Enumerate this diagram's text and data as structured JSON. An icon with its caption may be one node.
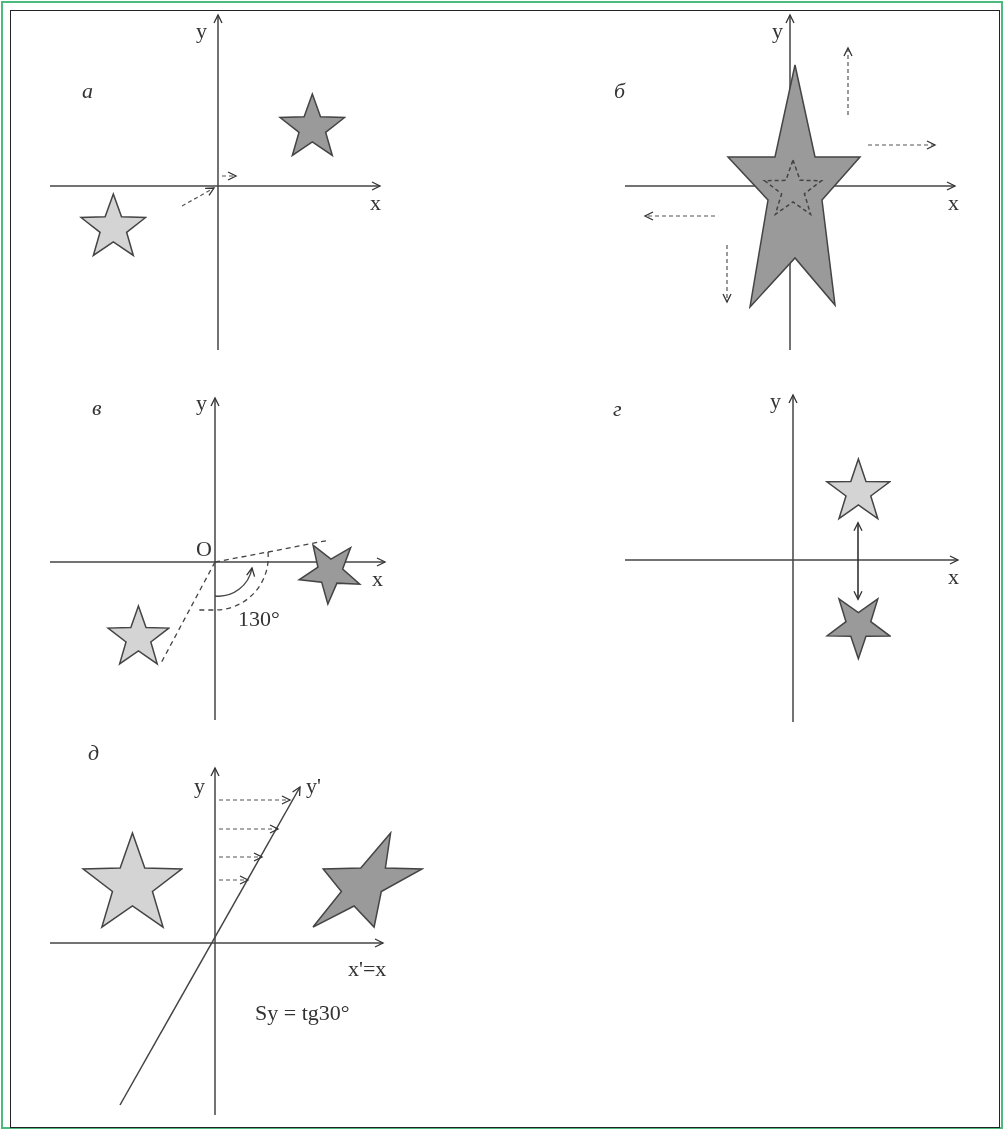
{
  "diagram": {
    "nodes": [
      {
        "text": [],
        "shape": "star"
      },
      {
        "text": [],
        "shape": "star"
      },
      {
        "text": [],
        "shape": "star"
      },
      {
        "text": [],
        "shape": "star",
        "in": 2
      },
      {
        "text": [],
        "shape": "star"
      },
      {
        "text": [],
        "shape": "star"
      },
      {
        "text": [],
        "shape": "star"
      },
      {
        "text": [],
        "shape": "star"
      },
      {
        "text": [],
        "shape": "star"
      },
      {
        "text": [],
        "shape": "star"
      }
    ],
    "edges": [
      {
        "from": 6,
        "to": 7,
        "arrow": "both"
      }
    ],
    "labels": [
      "а",
      "y",
      "x",
      "б",
      "y",
      "x",
      "в",
      "y",
      "O",
      "x",
      "130°",
      "г",
      "y",
      "x",
      "д",
      "y",
      "y'",
      "x'=x",
      "Sy = tg30°"
    ]
  }
}
